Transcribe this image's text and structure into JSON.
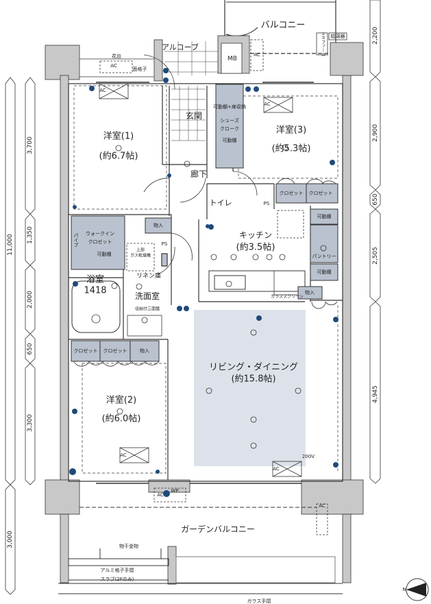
{
  "colors": {
    "wall": "#c8c8c8",
    "storage": "#b9c2ce",
    "living": "#dde2ea",
    "equip": "#1f4a7a",
    "line": "#333333"
  },
  "rooms": {
    "balcony": "バルコニー",
    "alcove": "アルコーブ",
    "mb": "MB",
    "entrance": "玄関",
    "bedroom1": {
      "name": "洋室(1)",
      "size": "(約6.7帖)"
    },
    "bedroom2": {
      "name": "洋室(2)",
      "size": "(約6.0帖)"
    },
    "bedroom3": {
      "name": "洋室(3)",
      "size": "(約5.3帖)"
    },
    "hallway": "廊下",
    "toilet": "トイレ",
    "kitchen": {
      "name": "キッチン",
      "size": "(約3.5帖)"
    },
    "living": {
      "name": "リビング・ダイニング",
      "size": "(約15.8帖)"
    },
    "bath": {
      "name": "浴室",
      "size": "1418"
    },
    "washroom": "洗面室",
    "linen": "リネン庫",
    "garden_balcony": "ガーデンバルコニー"
  },
  "storage": {
    "closet": "クロゼット",
    "storeroom": "物入",
    "walkin": "ウォークイン\nクロゼット",
    "walkin_line1": "ウォークイン",
    "walkin_line2": "クロゼット",
    "pantry": "パントリー",
    "shoe1": "シューズ",
    "shoe2": "クローク",
    "adjustable_shelf": "可動棚",
    "shelf_pipe": "可動棚+パイプ",
    "pipe": "パイプ",
    "shoe_top": "可動棚+扉収納"
  },
  "labels": {
    "flower_bed": "花台",
    "lattice": "面格子",
    "water_heater": "給湯器",
    "ecofarm": "エネファーム",
    "ps": "PS",
    "ac": "AC",
    "gas_dryer": "上部\nガス乾燥機",
    "gas_dryer_1": "上部",
    "gas_dryer_2": "ガス乾燥機",
    "mirror": "収納付三面鏡",
    "glass_screen": "ガラススクリーン",
    "drying_hardware": "物干金物",
    "alu_rail": "アルミ格子手摺",
    "slab": "スラブ(2Fのみ)",
    "glass_rail": "ガラス手摺",
    "v200": "200V",
    "wp": "WP",
    "north": "N"
  },
  "dimensions": {
    "left_total": "11,000",
    "left": [
      "3,700",
      "1,350",
      "2,000",
      "650",
      "3,300"
    ],
    "left_outer_bottom": "3,000",
    "right": [
      "2,200",
      "2,900",
      "650",
      "2,505",
      "4,945"
    ]
  }
}
